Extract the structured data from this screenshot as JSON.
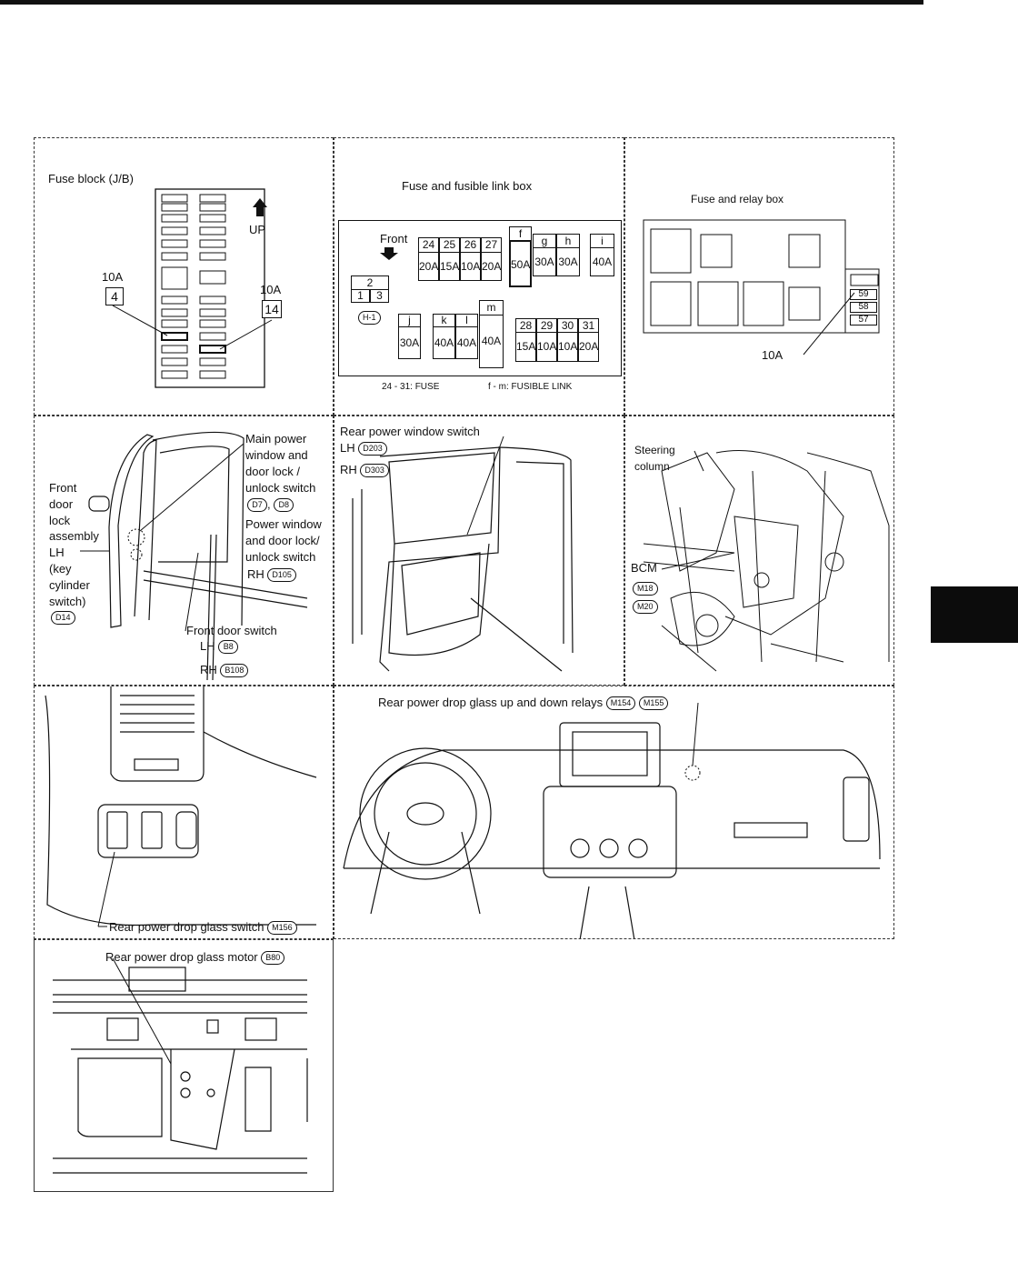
{
  "fuse_block": {
    "title": "Fuse block (J/B)",
    "up_label": "UP",
    "left_amp": "10A",
    "left_num": "4",
    "right_amp": "10A",
    "right_num": "14"
  },
  "fusible_link_box": {
    "title": "Fuse and fusible link box",
    "front_label": "Front",
    "top_nums": [
      "24",
      "25",
      "26",
      "27"
    ],
    "top_amps": [
      "20A",
      "15A",
      "10A",
      "20A"
    ],
    "f": {
      "label": "f",
      "amp": "50A"
    },
    "gh": {
      "labels": [
        "g",
        "h"
      ],
      "amps": [
        "30A",
        "30A"
      ]
    },
    "i": {
      "label": "i",
      "amp": "40A"
    },
    "small_top": "2",
    "small_bottom": [
      "1",
      "3"
    ],
    "connector": "H-1",
    "j": {
      "label": "j",
      "amp": "30A"
    },
    "kl": {
      "labels": [
        "k",
        "l"
      ],
      "amps": [
        "40A",
        "40A"
      ]
    },
    "m": {
      "label": "m",
      "amp": "40A"
    },
    "bottom_nums": [
      "28",
      "29",
      "30",
      "31"
    ],
    "bottom_amps": [
      "15A",
      "10A",
      "10A",
      "20A"
    ],
    "legend_fuse": "24 - 31: FUSE",
    "legend_link": "f - m: FUSIBLE LINK"
  },
  "relay_box": {
    "title": "Fuse and relay box",
    "slots": [
      "59",
      "58",
      "57"
    ],
    "amp": "10A"
  },
  "front_door": {
    "main_power_lines": [
      "Main power",
      "window and",
      "door lock /",
      "unlock switch"
    ],
    "main_conn_1": "D7",
    "main_conn_2": "D8",
    "power_window_lines": [
      "Power window",
      "and door lock/",
      "unlock switch"
    ],
    "power_rh_label": "RH",
    "power_rh_conn": "D105",
    "lock_lines": [
      "Front",
      "door",
      "lock",
      "assembly",
      "LH",
      "(key",
      "cylinder",
      "switch)"
    ],
    "lock_conn": "D14",
    "door_switch_label": "Front door switch",
    "door_switch_lh": "LH",
    "door_switch_lh_conn": "B8",
    "door_switch_rh": "RH",
    "door_switch_rh_conn": "B108"
  },
  "rear_window": {
    "label": "Rear power window switch",
    "lh": "LH",
    "lh_conn": "D203",
    "rh": "RH",
    "rh_conn": "D303"
  },
  "bcm": {
    "steering_lines": [
      "Steering",
      "column"
    ],
    "bcm_label": "BCM",
    "conn_1": "M18",
    "conn_2": "M20"
  },
  "drop_glass_switch": {
    "label": "Rear power drop glass switch",
    "conn": "M156"
  },
  "relays": {
    "label": "Rear power drop glass up and down relays",
    "conn_1": "M154",
    "conn_2": "M155"
  },
  "motor": {
    "label": "Rear power drop glass motor",
    "conn": "B80"
  }
}
